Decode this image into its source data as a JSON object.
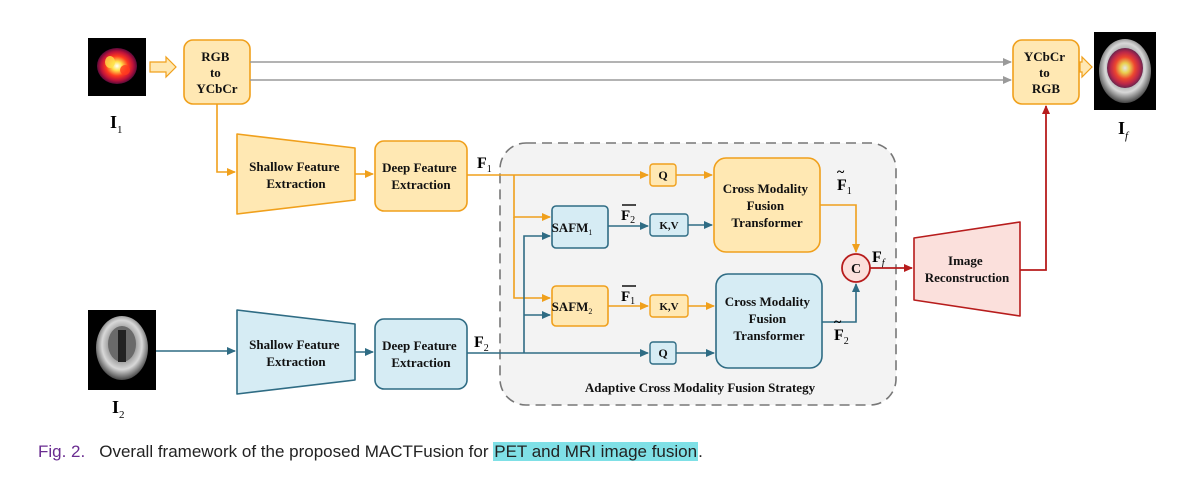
{
  "colors": {
    "orange_stroke": "#f0a01c",
    "orange_fill": "#ffe8b3",
    "blue_stroke": "#2f6c84",
    "blue_fill": "#d6ecf4",
    "red_stroke": "#b71c1c",
    "red_fill": "#fbe0dc",
    "gray_arrow": "#9a9a9a",
    "caption_fig": "#6a2c91",
    "highlight": "#7fe0e6"
  },
  "inputs": {
    "i1_label": "I",
    "i1_sub": "1",
    "i2_label": "I",
    "i2_sub": "2",
    "out_label": "I",
    "out_sub": "f"
  },
  "boxes": {
    "rgb_to_ycbcr": [
      "RGB",
      "to",
      "YCbCr"
    ],
    "ycbcr_to_rgb": [
      "YCbCr",
      "to",
      "RGB"
    ],
    "shallow_1": [
      "Shallow Feature",
      "Extraction"
    ],
    "deep_1": [
      "Deep Feature",
      "Extraction"
    ],
    "shallow_2": [
      "Shallow Feature",
      "Extraction"
    ],
    "deep_2": [
      "Deep Feature",
      "Extraction"
    ],
    "safm_1": "SAFM",
    "safm_1_sub": "1",
    "safm_2": "SAFM",
    "safm_2_sub": "2",
    "q_top": "Q",
    "q_bottom": "Q",
    "kv_top": "K,V",
    "kv_bottom": "K,V",
    "cmft_top": [
      "Cross Modality",
      "Fusion",
      "Transformer"
    ],
    "cmft_bottom": [
      "Cross Modality",
      "Fusion",
      "Transformer"
    ],
    "concat": "C",
    "image_recon": [
      "Image",
      "Reconstruction"
    ]
  },
  "feature_labels": {
    "f1": "F",
    "f1_sub": "1",
    "f2": "F",
    "f2_sub": "2",
    "f2_bar": "F",
    "f2_bar_sub": "2",
    "f1_bar": "F",
    "f1_bar_sub": "1",
    "f1_tilde": "F",
    "f1_tilde_sub": "1",
    "f2_tilde": "F",
    "f2_tilde_sub": "2",
    "ff": "F",
    "ff_sub": "f"
  },
  "strategy_label": "Adaptive Cross Modality Fusion Strategy",
  "caption": {
    "fig": "Fig. 2.",
    "text_before": "Overall framework of the proposed MACTFusion for ",
    "highlight": "PET and MRI image fusion",
    "text_after": "."
  }
}
